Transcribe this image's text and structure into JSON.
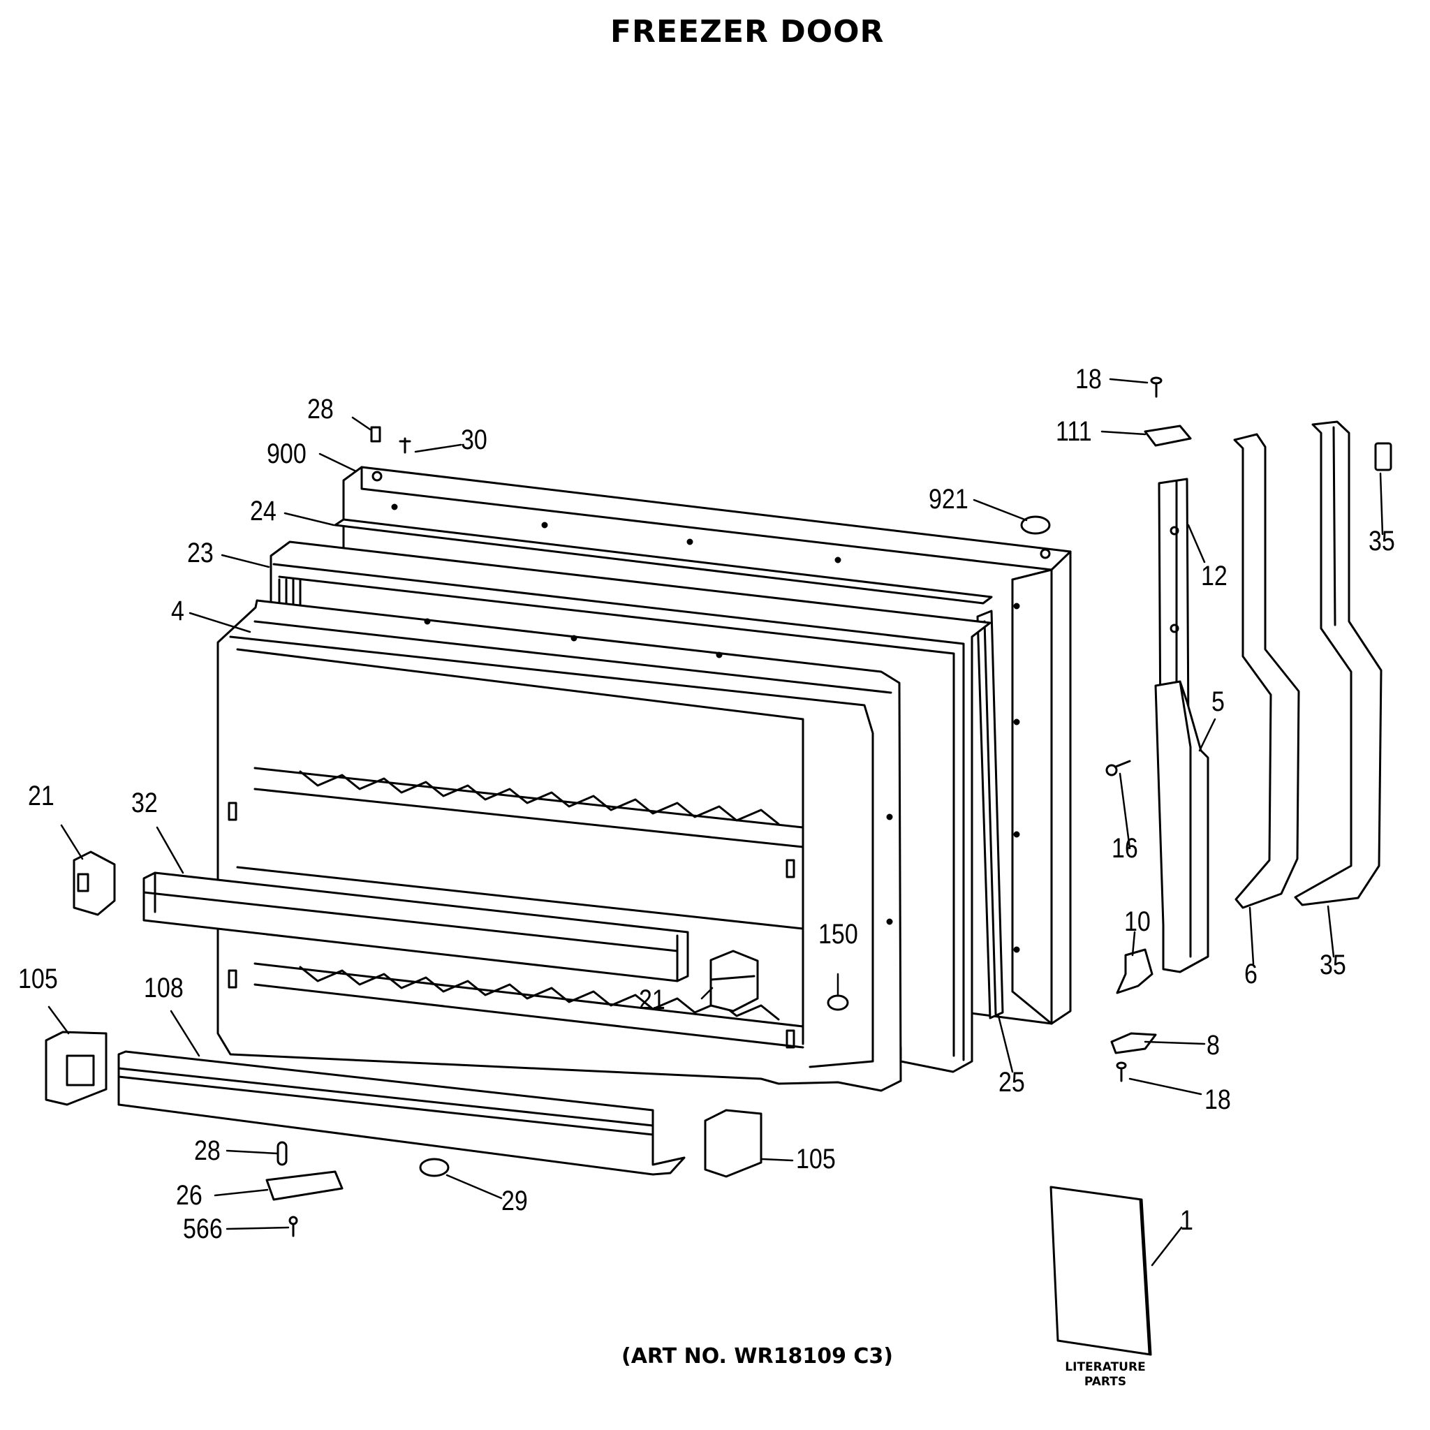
{
  "title": "FREEZER DOOR",
  "art_number": "(ART NO. WR18109 C3)",
  "literature": {
    "line1": "LITERATURE",
    "line2": "PARTS"
  },
  "callouts": {
    "c28a": "28",
    "c30": "30",
    "c900": "900",
    "c24": "24",
    "c23": "23",
    "c4": "4",
    "c21a": "21",
    "c32": "32",
    "c105a": "105",
    "c108": "108",
    "c28b": "28",
    "c26": "26",
    "c566": "566",
    "c29": "29",
    "c105b": "105",
    "c21b": "21",
    "c150": "150",
    "c25": "25",
    "c921": "921",
    "c18a": "18",
    "c111": "111",
    "c12": "12",
    "c35a": "35",
    "c5": "5",
    "c16": "16",
    "c10": "10",
    "c8": "8",
    "c18b": "18",
    "c6": "6",
    "c35b": "35",
    "c1": "1"
  }
}
